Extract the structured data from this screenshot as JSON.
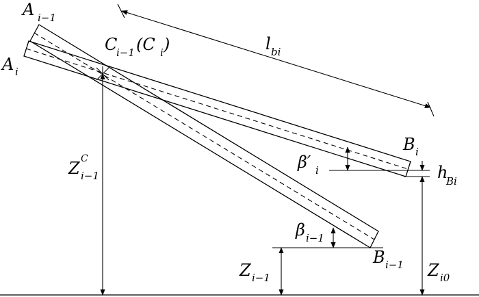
{
  "labels": {
    "a_prev": {
      "base": "A",
      "sub": "i−1"
    },
    "a_i": {
      "base": "A",
      "sub": "i"
    },
    "c": {
      "base": "C",
      "sub": "i−1",
      "paren": "(C",
      "paren_sub": "i",
      "close": ")"
    },
    "l_bi": {
      "base": "l",
      "sub": "bi"
    },
    "zc": {
      "base": "Z",
      "sup": "C",
      "sub": "i−1"
    },
    "b_i": {
      "base": "B",
      "sub": "i"
    },
    "beta_prime": {
      "base": "β′",
      "sub": "i"
    },
    "h_bi": {
      "base": "h",
      "sub": "Bi"
    },
    "beta_prev": {
      "base": "β",
      "sub": "i−1"
    },
    "b_prev": {
      "base": "B",
      "sub": "i−1"
    },
    "z_prev": {
      "base": "Z",
      "sub": "i−1"
    },
    "z_i0": {
      "base": "Z",
      "sub": "i0"
    }
  }
}
